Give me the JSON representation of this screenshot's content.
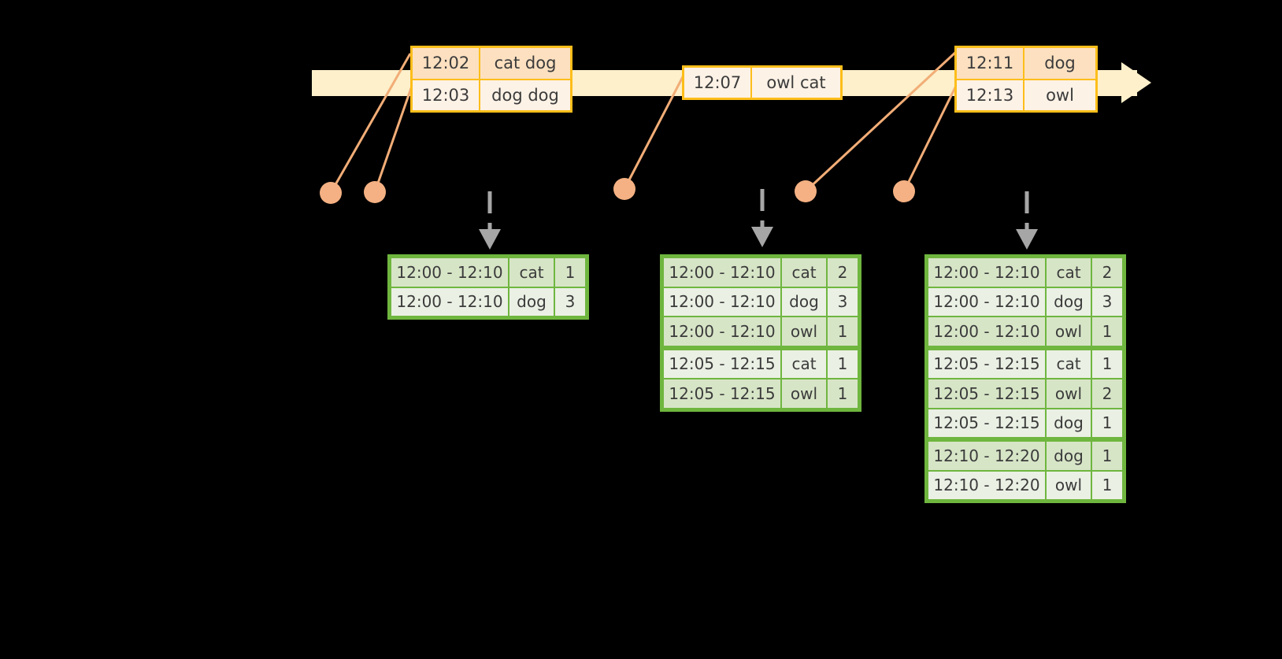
{
  "colors": {
    "background": "#000000",
    "timeline_fill": "#fdf0ca",
    "event_border": "#fdbe1a",
    "event_row_dark": "#fce0c0",
    "event_row_light": "#fdf2e6",
    "connector_line": "#f2ad77",
    "dot_fill": "#f5b183",
    "table_border": "#6fb63f",
    "table_row_dark": "#d7e5c7",
    "table_row_light": "#eaf0e4",
    "dashed_arrow": "#a6a6a6",
    "text": "#3b3b3b"
  },
  "timeline": {
    "name": "event-stream-timeline",
    "event_groups": [
      {
        "name": "event-group-1",
        "rows": [
          {
            "time": "12:02",
            "value": "cat dog"
          },
          {
            "time": "12:03",
            "value": "dog dog"
          }
        ]
      },
      {
        "name": "event-group-2",
        "rows": [
          {
            "time": "12:07",
            "value": "owl cat"
          }
        ]
      },
      {
        "name": "event-group-3",
        "rows": [
          {
            "time": "12:11",
            "value": "dog"
          },
          {
            "time": "12:13",
            "value": "owl"
          }
        ]
      }
    ]
  },
  "tables": [
    {
      "name": "result-table-1",
      "columns": [
        "window",
        "key",
        "count"
      ],
      "rows": [
        {
          "window": "12:00 - 12:10",
          "key": "cat",
          "count": "1",
          "group": 0
        },
        {
          "window": "12:00 - 12:10",
          "key": "dog",
          "count": "3",
          "group": 0
        }
      ]
    },
    {
      "name": "result-table-2",
      "columns": [
        "window",
        "key",
        "count"
      ],
      "rows": [
        {
          "window": "12:00 - 12:10",
          "key": "cat",
          "count": "2",
          "group": 0
        },
        {
          "window": "12:00 - 12:10",
          "key": "dog",
          "count": "3",
          "group": 0
        },
        {
          "window": "12:00 - 12:10",
          "key": "owl",
          "count": "1",
          "group": 0
        },
        {
          "window": "12:05 - 12:15",
          "key": "cat",
          "count": "1",
          "group": 1
        },
        {
          "window": "12:05 - 12:15",
          "key": "owl",
          "count": "1",
          "group": 1
        }
      ]
    },
    {
      "name": "result-table-3",
      "columns": [
        "window",
        "key",
        "count"
      ],
      "rows": [
        {
          "window": "12:00 - 12:10",
          "key": "cat",
          "count": "2",
          "group": 0
        },
        {
          "window": "12:00 - 12:10",
          "key": "dog",
          "count": "3",
          "group": 0
        },
        {
          "window": "12:00 - 12:10",
          "key": "owl",
          "count": "1",
          "group": 0
        },
        {
          "window": "12:05 - 12:15",
          "key": "cat",
          "count": "1",
          "group": 1
        },
        {
          "window": "12:05 - 12:15",
          "key": "owl",
          "count": "2",
          "group": 1
        },
        {
          "window": "12:05 - 12:15",
          "key": "dog",
          "count": "1",
          "group": 1
        },
        {
          "window": "12:10 - 12:20",
          "key": "dog",
          "count": "1",
          "group": 2
        },
        {
          "window": "12:10 - 12:20",
          "key": "owl",
          "count": "1",
          "group": 2
        }
      ]
    }
  ]
}
